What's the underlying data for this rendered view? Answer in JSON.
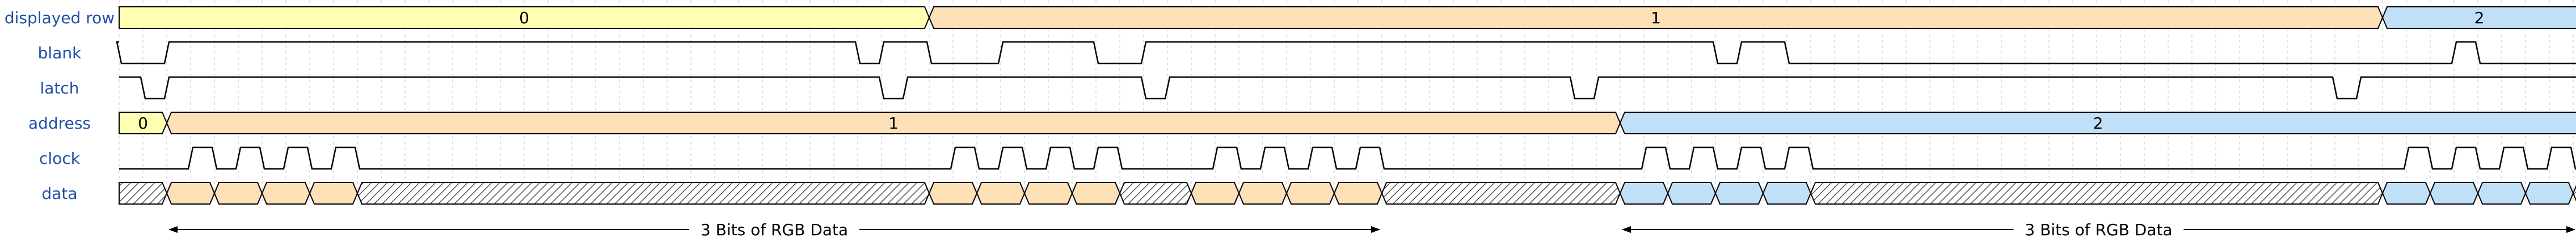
{
  "signals": [
    {
      "name": "displayed row",
      "type": "bus",
      "segments": [
        {
          "from": 0,
          "to": 34,
          "value": "0",
          "color": "#ffffb3"
        },
        {
          "from": 34,
          "to": 95,
          "value": "1",
          "color": "#fde0b6"
        },
        {
          "from": 95,
          "to": 104,
          "value": "2",
          "color": "#bfe0f7"
        }
      ]
    },
    {
      "name": "blank",
      "type": "line",
      "edges": [
        0,
        2,
        31,
        32,
        34,
        37,
        41,
        43,
        67,
        68,
        70,
        98,
        99,
        104
      ],
      "init": 1
    },
    {
      "name": "latch",
      "type": "line",
      "edges": [
        1,
        2,
        32,
        33,
        43,
        44,
        61,
        62,
        93,
        94
      ],
      "init": 1
    },
    {
      "name": "address",
      "type": "bus",
      "segments": [
        {
          "from": 0,
          "to": 2,
          "value": "0",
          "color": "#ffffb3"
        },
        {
          "from": 2,
          "to": 63,
          "value": "1",
          "color": "#fde0b6"
        },
        {
          "from": 63,
          "to": 104,
          "value": "2",
          "color": "#bfe0f7"
        }
      ]
    },
    {
      "name": "clock",
      "type": "line",
      "init": 0,
      "edges": [
        3,
        4,
        5,
        6,
        7,
        8,
        9,
        10,
        35,
        36,
        37,
        38,
        39,
        40,
        41,
        42,
        46,
        47,
        48,
        49,
        50,
        51,
        52,
        53,
        64,
        65,
        66,
        67,
        68,
        69,
        70,
        71,
        96,
        97,
        98,
        99,
        100,
        101,
        102,
        103
      ]
    },
    {
      "name": "data",
      "type": "data",
      "segments": [
        {
          "from": 0,
          "to": 2,
          "kind": "hatch"
        },
        {
          "from": 2,
          "to": 4,
          "kind": "color",
          "color": "#fde0b6"
        },
        {
          "from": 4,
          "to": 6,
          "kind": "color",
          "color": "#fde0b6"
        },
        {
          "from": 6,
          "to": 8,
          "kind": "color",
          "color": "#fde0b6"
        },
        {
          "from": 8,
          "to": 10,
          "kind": "color",
          "color": "#fde0b6"
        },
        {
          "from": 10,
          "to": 34,
          "kind": "hatch"
        },
        {
          "from": 34,
          "to": 36,
          "kind": "color",
          "color": "#fde0b6"
        },
        {
          "from": 36,
          "to": 38,
          "kind": "color",
          "color": "#fde0b6"
        },
        {
          "from": 38,
          "to": 40,
          "kind": "color",
          "color": "#fde0b6"
        },
        {
          "from": 40,
          "to": 42,
          "kind": "color",
          "color": "#fde0b6"
        },
        {
          "from": 42,
          "to": 45,
          "kind": "hatch"
        },
        {
          "from": 45,
          "to": 47,
          "kind": "color",
          "color": "#fde0b6"
        },
        {
          "from": 47,
          "to": 49,
          "kind": "color",
          "color": "#fde0b6"
        },
        {
          "from": 49,
          "to": 51,
          "kind": "color",
          "color": "#fde0b6"
        },
        {
          "from": 51,
          "to": 53,
          "kind": "color",
          "color": "#fde0b6"
        },
        {
          "from": 53,
          "to": 63,
          "kind": "hatch"
        },
        {
          "from": 63,
          "to": 65,
          "kind": "color",
          "color": "#bfe0f7"
        },
        {
          "from": 65,
          "to": 67,
          "kind": "color",
          "color": "#bfe0f7"
        },
        {
          "from": 67,
          "to": 69,
          "kind": "color",
          "color": "#bfe0f7"
        },
        {
          "from": 69,
          "to": 71,
          "kind": "color",
          "color": "#bfe0f7"
        },
        {
          "from": 71,
          "to": 95,
          "kind": "hatch"
        },
        {
          "from": 95,
          "to": 97,
          "kind": "color",
          "color": "#bfe0f7"
        },
        {
          "from": 97,
          "to": 99,
          "kind": "color",
          "color": "#bfe0f7"
        },
        {
          "from": 99,
          "to": 101,
          "kind": "color",
          "color": "#bfe0f7"
        },
        {
          "from": 101,
          "to": 103,
          "kind": "color",
          "color": "#bfe0f7"
        },
        {
          "from": 103,
          "to": 104,
          "kind": "hatch"
        }
      ]
    }
  ],
  "annotations": [
    {
      "text": "3 Bits of RGB Data",
      "from": 2,
      "to": 53
    },
    {
      "text": "3 Bits of RGB Data",
      "from": 63,
      "to": 104
    }
  ],
  "colors": {
    "label": "#1f4fa8",
    "line": "#000000",
    "grid": "#e3e3e3"
  }
}
